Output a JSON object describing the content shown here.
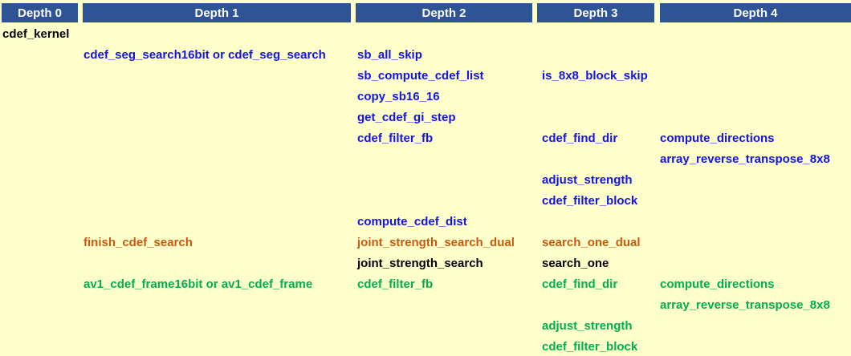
{
  "palette": {
    "background": "#FFFFCC",
    "header_bg": "#2F5496",
    "header_text": "#FFFFFF",
    "blue": "#1414E6",
    "orange": "#C55A11",
    "green": "#00B050",
    "black": "#000000"
  },
  "header": {
    "columns": [
      {
        "label": "Depth 0"
      },
      {
        "label": "Depth 1"
      },
      {
        "label": "Depth 2"
      },
      {
        "label": "Depth 3"
      },
      {
        "label": "Depth 4"
      }
    ]
  },
  "rows": [
    {
      "cells": [
        {
          "col": 0,
          "text": "cdef_kernel",
          "color": "black"
        }
      ]
    },
    {
      "cells": [
        {
          "col": 1,
          "text": "cdef_seg_search16bit or cdef_seg_search",
          "color": "blue"
        },
        {
          "col": 2,
          "text": "sb_all_skip",
          "color": "blue"
        }
      ]
    },
    {
      "cells": [
        {
          "col": 2,
          "text": "sb_compute_cdef_list",
          "color": "blue"
        },
        {
          "col": 3,
          "text": "is_8x8_block_skip",
          "color": "blue"
        }
      ]
    },
    {
      "cells": [
        {
          "col": 2,
          "text": "copy_sb16_16",
          "color": "blue"
        }
      ]
    },
    {
      "cells": [
        {
          "col": 2,
          "text": "get_cdef_gi_step",
          "color": "blue"
        }
      ]
    },
    {
      "cells": [
        {
          "col": 2,
          "text": "cdef_filter_fb",
          "color": "blue"
        },
        {
          "col": 3,
          "text": "cdef_find_dir",
          "color": "blue"
        },
        {
          "col": 4,
          "text": "compute_directions",
          "color": "blue"
        }
      ]
    },
    {
      "cells": [
        {
          "col": 4,
          "text": "array_reverse_transpose_8x8",
          "color": "blue"
        }
      ]
    },
    {
      "cells": [
        {
          "col": 3,
          "text": "adjust_strength",
          "color": "blue"
        }
      ]
    },
    {
      "cells": [
        {
          "col": 3,
          "text": "cdef_filter_block",
          "color": "blue"
        }
      ]
    },
    {
      "cells": [
        {
          "col": 2,
          "text": "compute_cdef_dist",
          "color": "blue"
        }
      ]
    },
    {
      "cells": [
        {
          "col": 1,
          "text": "finish_cdef_search",
          "color": "orange"
        },
        {
          "col": 2,
          "text": "joint_strength_search_dual",
          "color": "orange"
        },
        {
          "col": 3,
          "text": "search_one_dual",
          "color": "orange"
        }
      ]
    },
    {
      "cells": [
        {
          "col": 2,
          "text": "joint_strength_search",
          "color": "black"
        },
        {
          "col": 3,
          "text": "search_one",
          "color": "black"
        }
      ]
    },
    {
      "cells": [
        {
          "col": 1,
          "text": "av1_cdef_frame16bit or av1_cdef_frame",
          "color": "green"
        },
        {
          "col": 2,
          "text": "cdef_filter_fb",
          "color": "green"
        },
        {
          "col": 3,
          "text": "cdef_find_dir",
          "color": "green"
        },
        {
          "col": 4,
          "text": "compute_directions",
          "color": "green"
        }
      ]
    },
    {
      "cells": [
        {
          "col": 4,
          "text": "array_reverse_transpose_8x8",
          "color": "green"
        }
      ]
    },
    {
      "cells": [
        {
          "col": 3,
          "text": "adjust_strength",
          "color": "green"
        }
      ]
    },
    {
      "cells": [
        {
          "col": 3,
          "text": "cdef_filter_block",
          "color": "green"
        }
      ]
    }
  ]
}
